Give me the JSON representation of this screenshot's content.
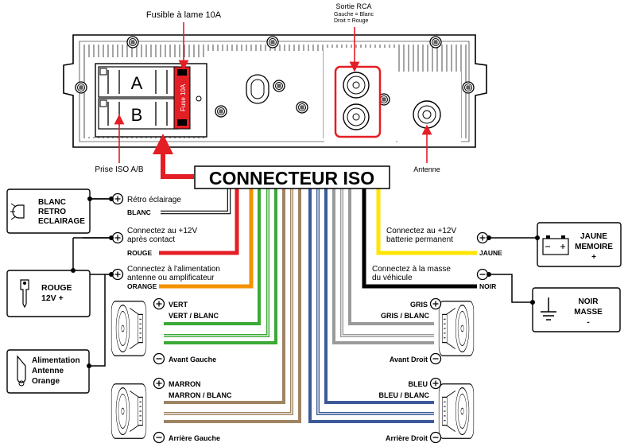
{
  "top": {
    "fuse_callout": "Fusible à lame 10A",
    "rca_title": "Sortie RCA",
    "rca_left": "Gauche = Blanc",
    "rca_right": "Droit = Rouge",
    "port_a": "A",
    "port_b": "B",
    "fuse_label": "Fuse 10A",
    "iso_callout": "Prise ISO A/B",
    "antenna_callout": "Antenne"
  },
  "connector": {
    "title": "CONNECTEUR ISO"
  },
  "left": {
    "blanc_desc": "Rétro éclairage",
    "blanc_wire": "BLANC",
    "blanc_device": [
      "BLANC",
      "RETRO",
      "ECLAIRAGE"
    ],
    "rouge_desc": [
      "Connectez au +12V",
      "après contact"
    ],
    "rouge_wire": "ROUGE",
    "rouge_device": [
      "ROUGE",
      "12V +"
    ],
    "orange_desc": [
      "Connectez à l'alimentation",
      "antenne ou amplificateur"
    ],
    "orange_wire": "ORANGE",
    "orange_device": [
      "Alimentation",
      "Antenne",
      "Orange"
    ]
  },
  "right": {
    "jaune_desc": [
      "Connectez au +12V",
      "batterie permanent"
    ],
    "jaune_wire": "JAUNE",
    "jaune_device": [
      "JAUNE",
      "MEMOIRE",
      "+"
    ],
    "noir_desc": [
      "Connectez à la masse",
      "du véhicule"
    ],
    "noir_wire": "NOIR",
    "noir_device": [
      "NOIR",
      "MASSE",
      "-"
    ]
  },
  "speakers": {
    "front_left": {
      "pos": "VERT",
      "neg": "VERT / BLANC",
      "name": "Avant Gauche"
    },
    "rear_left": {
      "pos": "MARRON",
      "neg": "MARRON / BLANC",
      "name": "Arrière Gauche"
    },
    "front_right": {
      "pos": "GRIS",
      "neg": "GRIS / BLANC",
      "name": "Avant Droit"
    },
    "rear_right": {
      "pos": "BLEU",
      "neg": "BLEU / BLANC",
      "name": "Arrière Droit"
    }
  },
  "colors": {
    "red": "#e31e24",
    "orange": "#f39200",
    "green": "#3aa935",
    "brown": "#a08463",
    "grey": "#9a9a9a",
    "blue": "#3c5a99",
    "yellow": "#ffe500",
    "black": "#000000"
  }
}
